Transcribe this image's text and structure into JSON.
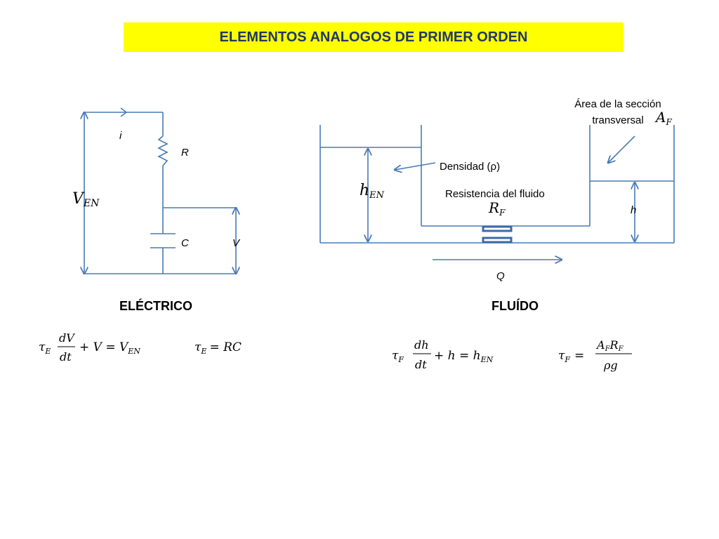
{
  "title": "ELEMENTOS ANALOGOS DE PRIMER ORDEN",
  "electric": {
    "heading": "ELÉCTRICO",
    "label_i": "i",
    "label_R": "R",
    "label_C": "C",
    "label_V": "V",
    "label_VEN_main": "V",
    "label_VEN_sub": "EN",
    "eq1": {
      "tau": "τ",
      "tau_sub": "E",
      "num": "dV",
      "den": "dt",
      "rest": "+ V = V",
      "rest_sub": "EN"
    },
    "eq2": {
      "tau": "τ",
      "tau_sub": "E",
      "rest": "= RC"
    }
  },
  "fluid": {
    "heading": "FLUÍDO",
    "area_label_line1": "Área de la sección",
    "area_label_line2": "transversal",
    "area_sym": "A",
    "area_sym_sub": "F",
    "density_label": "Densidad  (ρ)",
    "resistance_label": "Resistencia del fluido",
    "res_sym": "R",
    "res_sym_sub": "F",
    "hEN_main": "h",
    "hEN_sub": "EN",
    "h_label": "h",
    "Q_label": "Q",
    "eq1": {
      "tau": "τ",
      "tau_sub": "F",
      "num": "dh",
      "den": "dt",
      "rest": "+  h =  h",
      "rest_sub": "EN"
    },
    "eq2": {
      "tau": "τ",
      "tau_sub": "F",
      "eq": "=",
      "num": "A",
      "num_sub1": "F",
      "num_mid": "R",
      "num_sub2": "F",
      "den": "ρg"
    }
  }
}
